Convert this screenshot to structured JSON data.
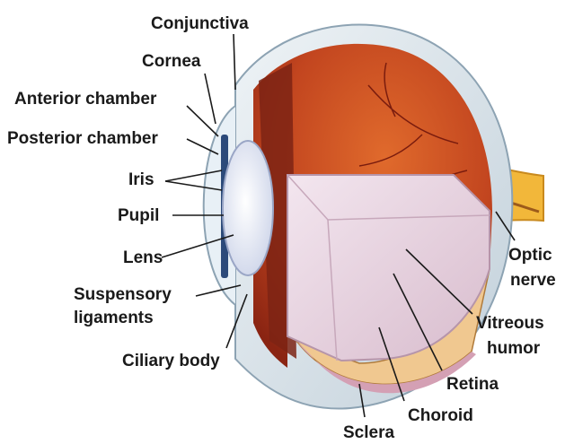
{
  "diagram": {
    "labels": {
      "conjunctiva": "Conjunctiva",
      "cornea": "Cornea",
      "anterior_chamber": "Anterior chamber",
      "posterior_chamber": "Posterior chamber",
      "iris": "Iris",
      "pupil": "Pupil",
      "lens": "Lens",
      "suspensory_1": "Suspensory",
      "suspensory_2": "ligaments",
      "ciliary_body": "Ciliary body",
      "optic_1": "Optic",
      "optic_2": "nerve",
      "vitreous_1": "Vitreous",
      "vitreous_2": "humor",
      "retina": "Retina",
      "choroid": "Choroid",
      "sclera": "Sclera"
    },
    "colors": {
      "sclera": "#d6e2ea",
      "choroid_interior": "#b8391c",
      "vitreous": "#e7d2e0",
      "retina_band": "#f0c890",
      "optic_nerve": "#f2b73a",
      "text": "#1a1a1a"
    }
  }
}
